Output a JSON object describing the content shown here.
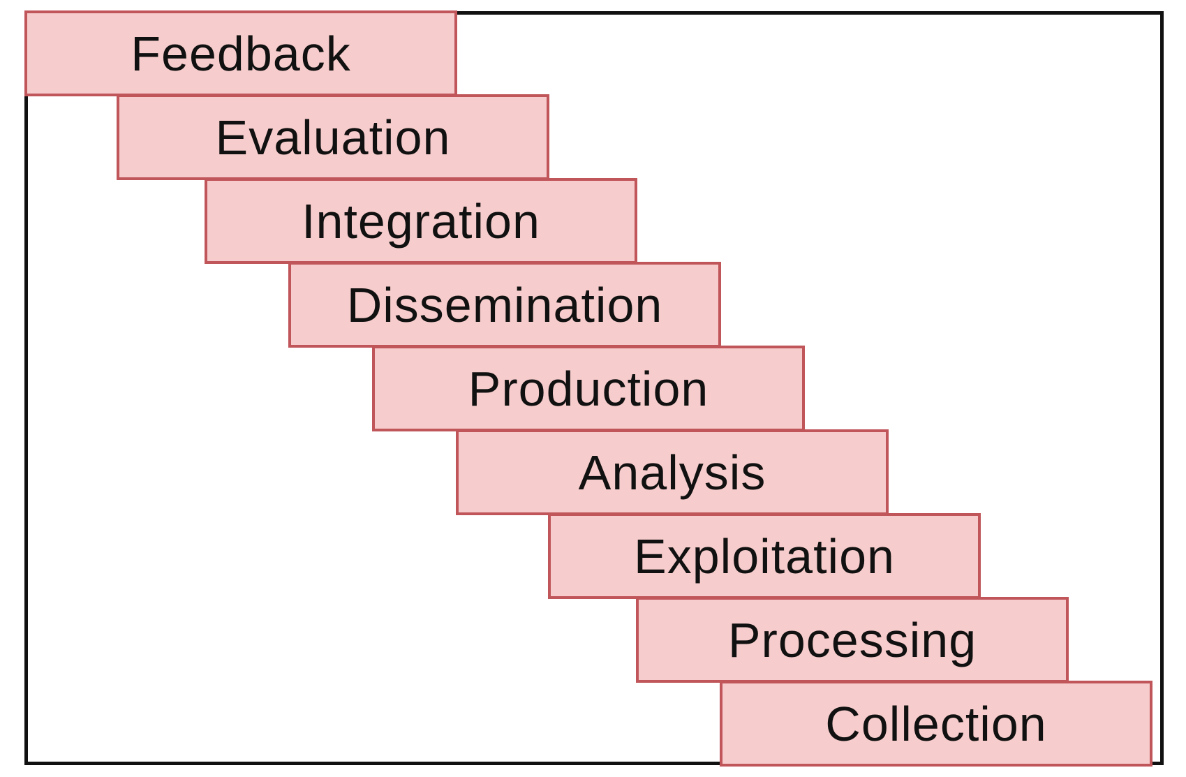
{
  "diagram": {
    "box_fill": "#f7cccc",
    "box_border": "#c0555a",
    "frame_border": "#111111",
    "steps": [
      {
        "label": "Feedback"
      },
      {
        "label": "Evaluation"
      },
      {
        "label": "Integration"
      },
      {
        "label": "Dissemination"
      },
      {
        "label": "Production"
      },
      {
        "label": "Analysis"
      },
      {
        "label": "Exploitation"
      },
      {
        "label": "Processing"
      },
      {
        "label": "Collection"
      }
    ]
  }
}
